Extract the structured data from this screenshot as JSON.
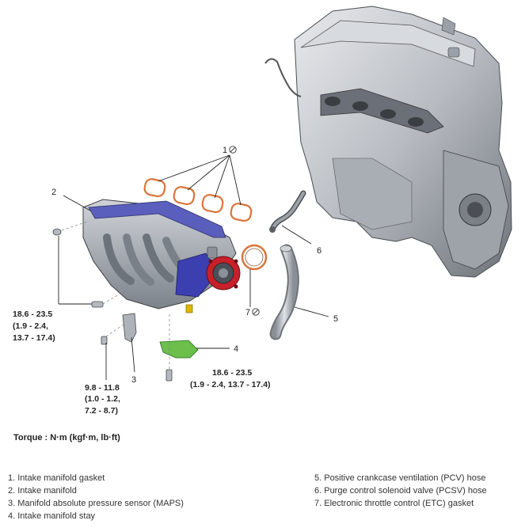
{
  "callouts": {
    "c1": "1",
    "c2": "2",
    "c3": "3",
    "c4": "4",
    "c5": "5",
    "c6": "6",
    "c7": "7"
  },
  "torque_specs": {
    "manifold_bolt": [
      "18.6 - 23.5",
      "(1.9 - 2.4,",
      "13.7 - 17.4)"
    ],
    "maps_bolt": [
      "9.8 - 11.8",
      "(1.0 - 1.2,",
      "7.2 - 8.7)"
    ],
    "stay_bolt": [
      "18.6 - 23.5",
      "(1.9 - 2.4, 13.7 - 17.4)"
    ]
  },
  "torque_heading": "Torque : N·m (kgf·m, lb·ft)",
  "legend_left": [
    "1. Intake manifold gasket",
    "2. Intake manifold",
    "3. Manifold absolute pressure sensor (MAPS)",
    "4. Intake manifold stay"
  ],
  "legend_right": [
    "5. Positive crankcase ventilation (PCV) hose",
    "6. Purge control solenoid valve (PCSV) hose",
    "7. Electronic throttle control (ETC) gasket"
  ],
  "colors": {
    "manifold_body": "#9aa0a8",
    "throttle_red": "#c8202a",
    "throttle_blue": "#3b3fb0",
    "stay_green": "#6bbf4a",
    "gasket_orange": "#d9743a",
    "engine_gray": "#b8bcc2"
  }
}
